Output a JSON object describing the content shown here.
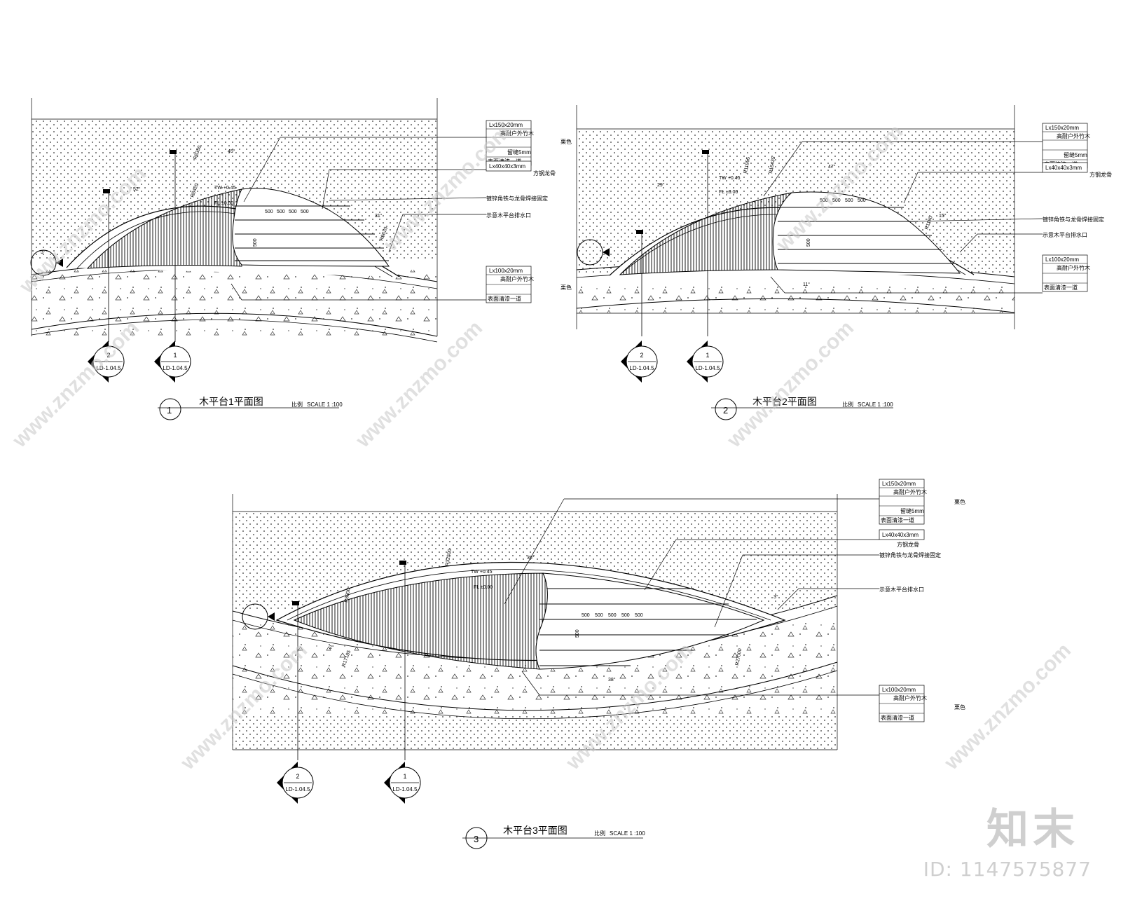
{
  "plans": [
    {
      "number": "1",
      "title": "木平台1平面图",
      "scale_label": "比例",
      "scale_value": "SCALE 1 :100",
      "section_refs": [
        {
          "num": "2",
          "sheet": "LD-1.04.5"
        },
        {
          "num": "1",
          "sheet": "LD-1.04.5"
        }
      ],
      "elevation_tw": "TW +0.45",
      "elevation_fl": "FL ±0.00",
      "joist_spacing": [
        "500",
        "500",
        "500",
        "500"
      ],
      "joist_dim_v": "500",
      "radius_labels": [
        "R8350",
        "R8420",
        "R9620"
      ],
      "angle_labels": [
        "45°",
        "52°",
        "31°",
        "3°"
      ]
    },
    {
      "number": "2",
      "title": "木平台2平面图",
      "scale_label": "比例",
      "scale_value": "SCALE 1 :100",
      "section_refs": [
        {
          "num": "2",
          "sheet": "LD-1.04.5"
        },
        {
          "num": "1",
          "sheet": "LD-1.04.5"
        }
      ],
      "elevation_tw": "TW +0.45",
      "elevation_fl": "FL ±0.00",
      "joist_spacing": [
        "500",
        "500",
        "500",
        "500"
      ],
      "joist_dim_v": "500",
      "radius_labels": [
        "R11955",
        "R16435",
        "R1180"
      ],
      "angle_labels": [
        "47°",
        "29°",
        "11°",
        "15°"
      ]
    },
    {
      "number": "3",
      "title": "木平台3平面图",
      "scale_label": "比例",
      "scale_value": "SCALE 1 :100",
      "section_refs": [
        {
          "num": "2",
          "sheet": "LD-1.04.5"
        },
        {
          "num": "1",
          "sheet": "LD-1.04.5"
        }
      ],
      "elevation_tw": "TW +0.45",
      "elevation_fl": "FL ±0.00",
      "joist_spacing": [
        "500",
        "500",
        "500",
        "500",
        "500"
      ],
      "joist_dim_v": "500",
      "radius_labels": [
        "R32500",
        "R8800",
        "R17185",
        "R27000"
      ],
      "angle_labels": [
        "35°",
        "2°",
        "38°",
        "3°"
      ]
    }
  ],
  "legend": {
    "top_spec": "Lx150x20mm",
    "top_material": "高耐户外竹木",
    "top_gap": "留缝5mm",
    "top_finish": "表面清漆一道",
    "color_note": "栗色",
    "frame_spec": "Lx40x40x3mm",
    "frame_material": "方钢龙骨",
    "angle_note": "镀锌角铁与龙骨焊接固定",
    "drain_note": "示意木平台排水口",
    "bottom_spec": "Lx100x20mm",
    "bottom_material": "高耐户外竹木",
    "bottom_finish": "表面清漆一道"
  },
  "watermark": {
    "site": "www.znzmo.com",
    "brand": "知末",
    "id": "ID: 1147575877"
  }
}
